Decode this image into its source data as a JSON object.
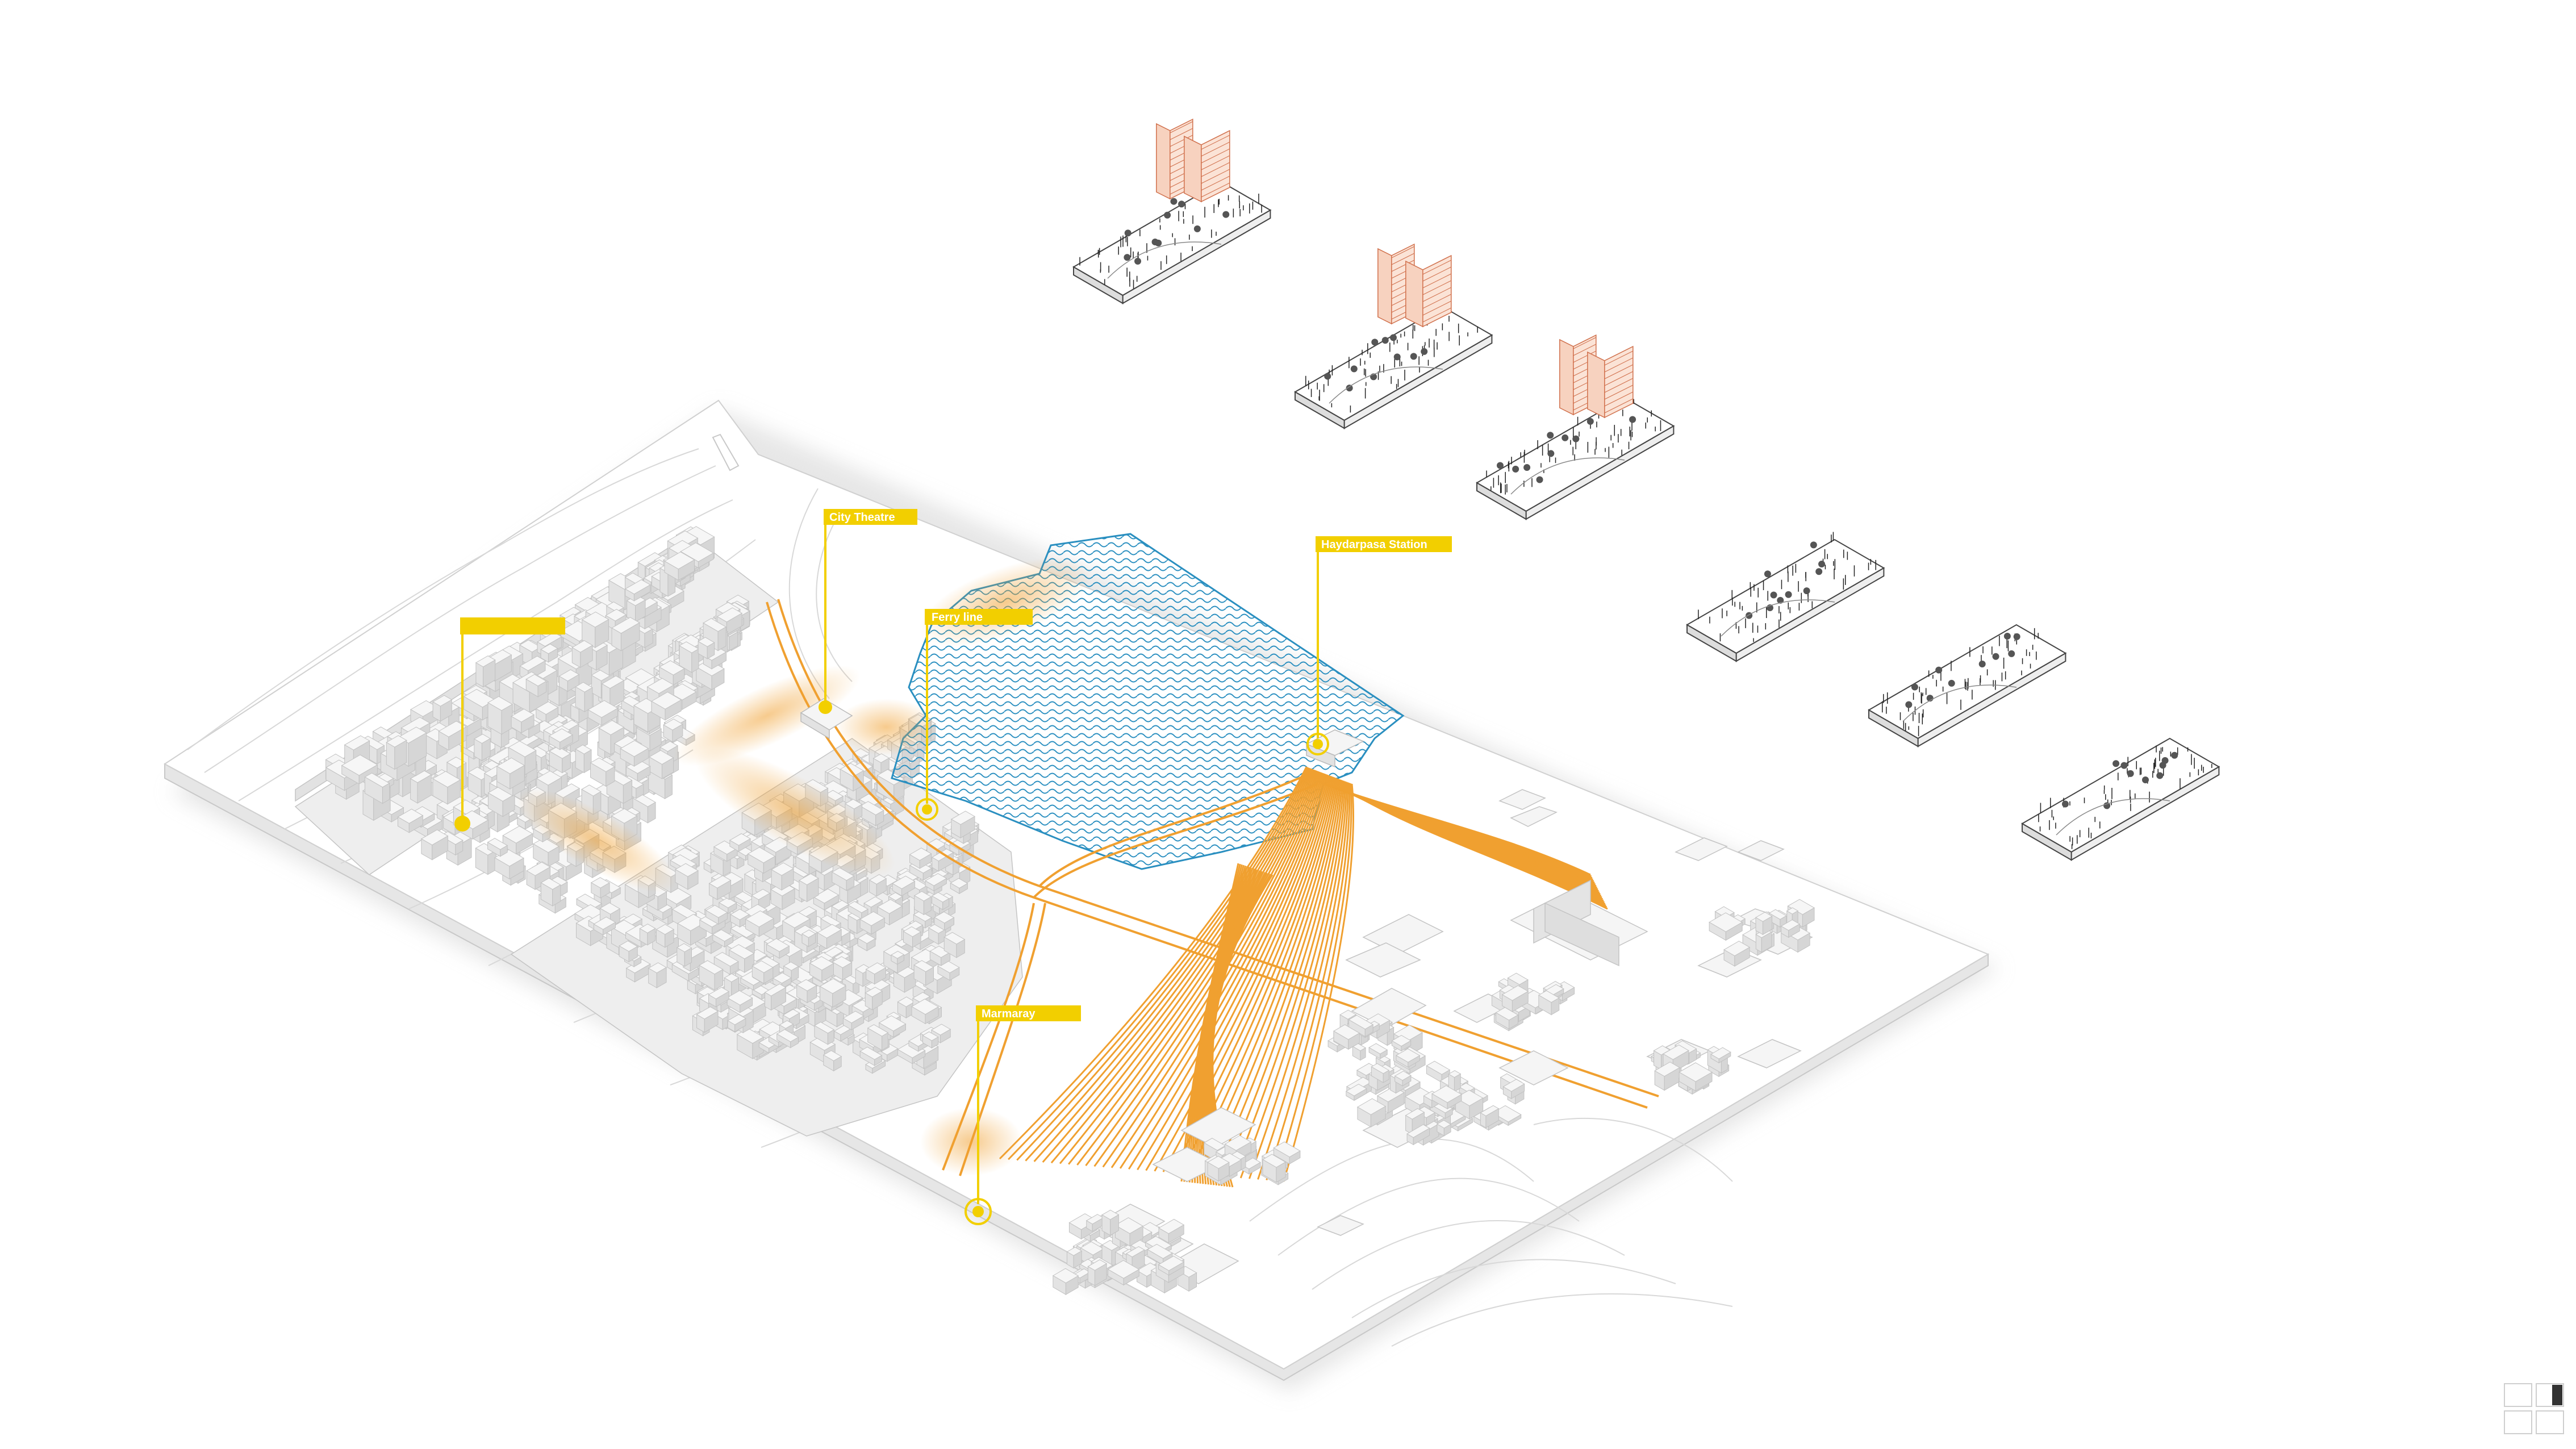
{
  "labels": {
    "unlabeled_marker": "",
    "city_theatre": "City Theatre",
    "ferry_line": "Ferry line",
    "haydarpasa_station": "Haydarpasa Station",
    "marmaray": "Marmaray"
  },
  "colors": {
    "background": "#ffffff",
    "label_fill": "#f2cf00",
    "label_text": "#ffffff",
    "rail": "#f0a030",
    "sea": "#2a8fc0",
    "sea_fill": "#a7d8ef",
    "building": "#f4f4f4",
    "building_edge": "#c9c9c9",
    "highlight_building": "#e9a88e",
    "contour": "#d8d8d8"
  },
  "strip_models": [
    {
      "id": "strip-1",
      "has_highrise": true
    },
    {
      "id": "strip-2",
      "has_highrise": true
    },
    {
      "id": "strip-3",
      "has_highrise": true
    },
    {
      "id": "strip-4",
      "has_highrise": false
    },
    {
      "id": "strip-5",
      "has_highrise": false
    },
    {
      "id": "strip-6",
      "has_highrise": false
    }
  ],
  "slide_indicator": {
    "total": 4,
    "active": 2
  }
}
